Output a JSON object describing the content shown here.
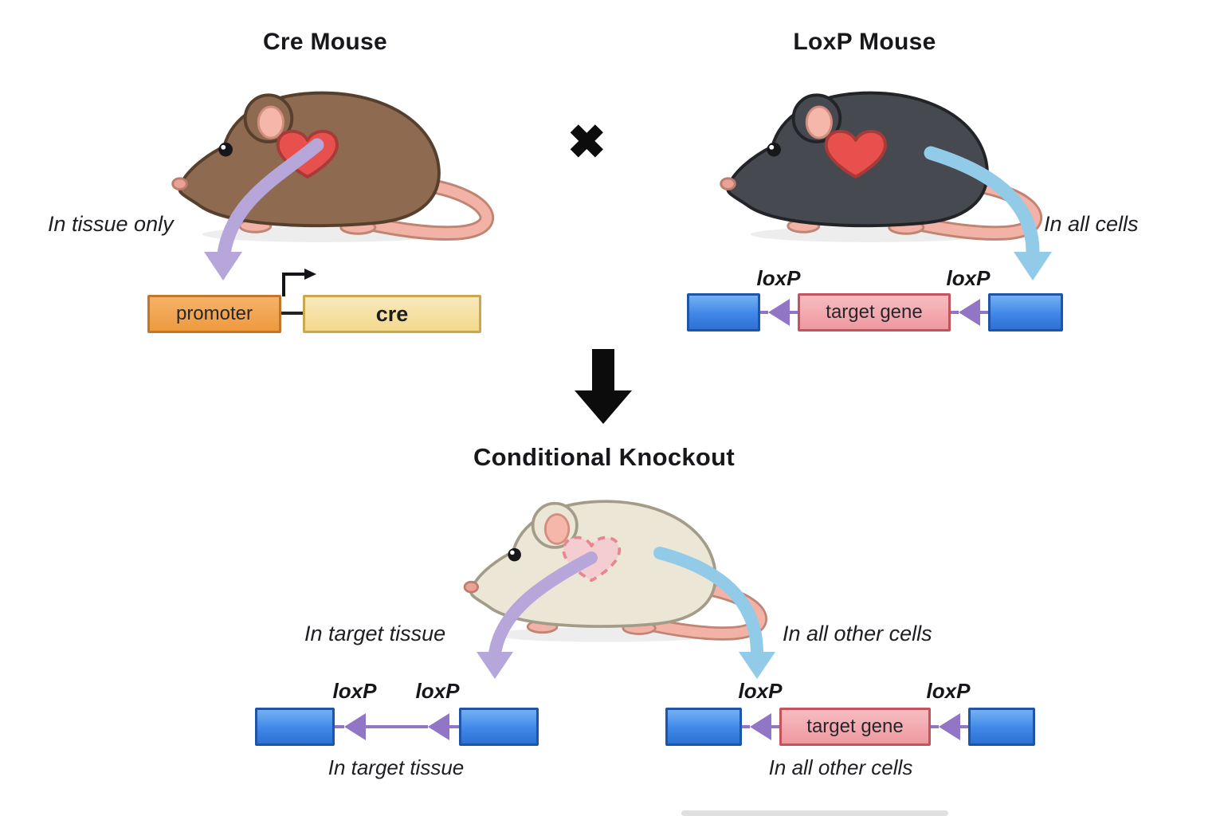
{
  "diagram": {
    "cross_symbol": "✖",
    "cre_panel": {
      "title": "Cre Mouse",
      "annotation": "In tissue only",
      "construct": {
        "promoter_label": "promoter",
        "gene_label": "cre"
      }
    },
    "loxp_panel": {
      "title": "LoxP Mouse",
      "annotation": "In all cells",
      "construct": {
        "loxp_left": "loxP",
        "loxp_right": "loxP",
        "gene_label": "target gene"
      }
    },
    "knockout_panel": {
      "title": "Conditional Knockout",
      "left_annotation": "In target tissue",
      "right_annotation": "In all other cells",
      "excised_construct": {
        "loxp_left": "loxP",
        "loxp_right": "loxP",
        "caption": "In target tissue"
      },
      "intact_construct": {
        "loxp_left": "loxP",
        "loxp_right": "loxP",
        "gene_label": "target gene",
        "caption": "In all other cells"
      }
    },
    "colors": {
      "promoter_orange": "#f0a14c",
      "cre_yellow": "#f5e09e",
      "exon_blue": "#3f87e8",
      "target_gene_pink": "#f2a6ac",
      "loxp_purple": "#9276c6",
      "tissue_arrow_purple": "#b6a6d9",
      "allcells_arrow_blue": "#92cbe8",
      "heart_red": "#e8504d",
      "cre_mouse_fur": "#8e6a50",
      "loxp_mouse_fur": "#46494f",
      "knockout_mouse_fur": "#ebe6d6"
    }
  }
}
